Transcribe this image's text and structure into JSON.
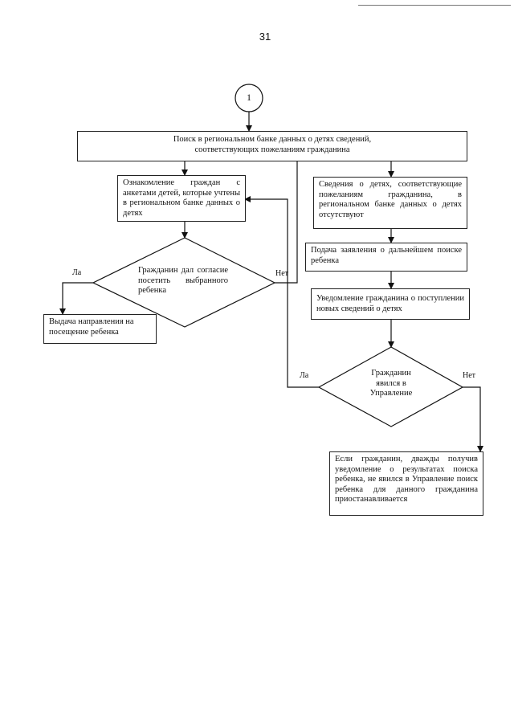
{
  "page": {
    "number": "31"
  },
  "connector": {
    "label": "1"
  },
  "boxes": {
    "search": "Поиск в региональном банке данных о детях сведений, соответствующих пожеланиям гражданина",
    "acquaint": "Ознакомление граждан с анкетами детей, которые учтены в региональном банке данных о детях",
    "absent": "Сведения о детях, соответствующие пожеланиям гражданина, в региональном банке данных о детях отсутствуют",
    "application": "Подача заявления о дальнейшем поиске ребенка",
    "notify": "Уведомление гражданина о поступлении новых сведений о детях",
    "referral": "Выдача направления на посещение ребенка",
    "suspend": "Если гражданин, дважды получив уведомление о результатах поиска ребенка, не явился в Управление поиск ребенка для данного гражданина приостанавливается"
  },
  "decisions": {
    "consent": "Гражданин дал согласие посетить выбранного ребенка",
    "appeared": "Гражданин явился в Управление"
  },
  "labels": {
    "consent_yes": "Ла",
    "consent_no": "Нет",
    "appeared_yes": "Ла",
    "appeared_no": "Нет"
  }
}
